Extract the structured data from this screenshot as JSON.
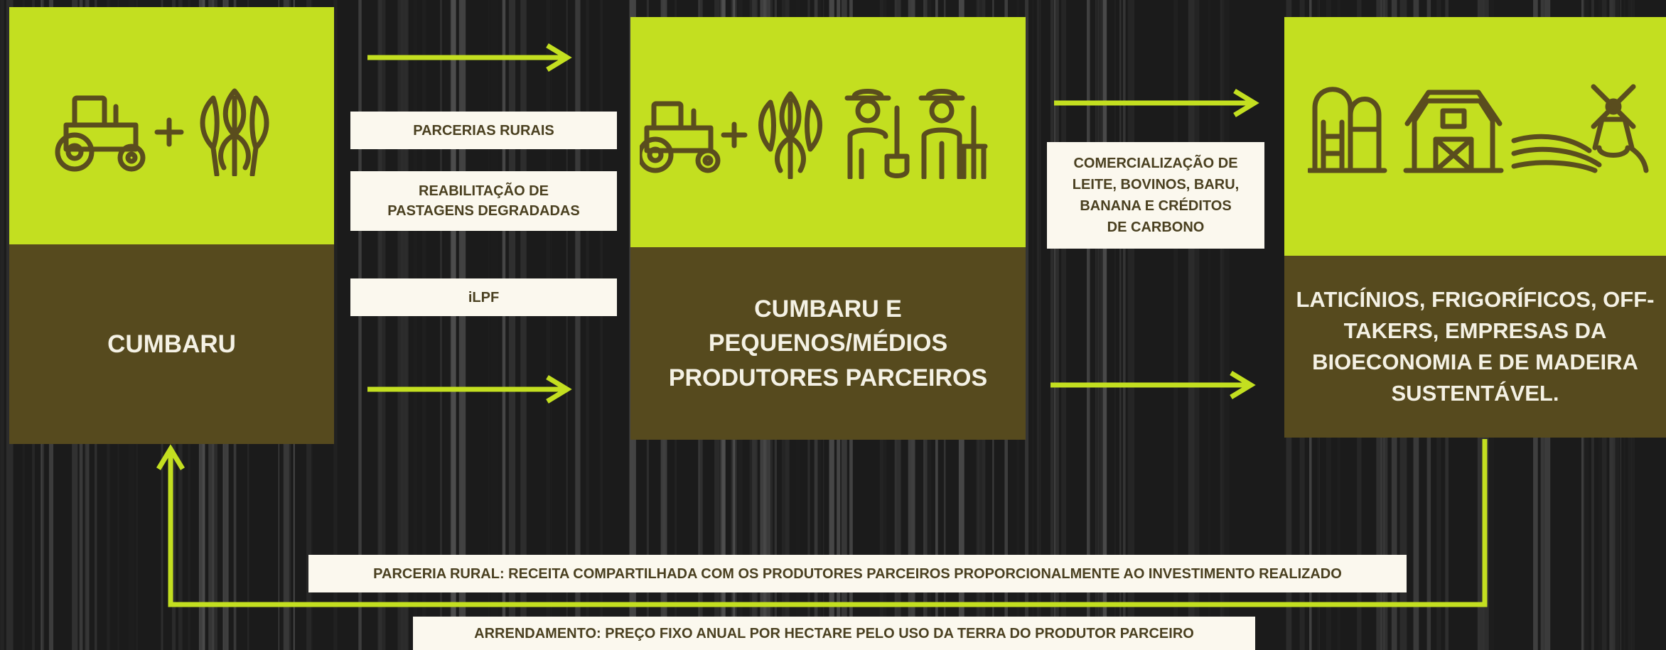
{
  "colors": {
    "accent": "#c3df20",
    "box_dark": "#564a1e",
    "icon": "#5a4d1e",
    "label_bg": "#fbf8ee",
    "label_text": "#4a4020",
    "box_text": "#f4f1e4"
  },
  "nodes": {
    "cumbaru": {
      "title": "CUMBARU",
      "icons": [
        "tractor-icon",
        "plus-icon",
        "wheat-icon"
      ]
    },
    "producers": {
      "title": "CUMBARU E\nPEQUENOS/MÉDIOS\nPRODUTORES PARCEIROS",
      "icons": [
        "tractor-icon",
        "plus-icon",
        "wheat-icon",
        "farmer-shovel-icon",
        "farmer-pitchfork-icon"
      ]
    },
    "buyers": {
      "title": "LATICÍNIOS, FRIGORÍFICOS, OFF-\nTAKERS, EMPRESAS DA\nBIOECONOMIA E DE MADEIRA\nSUSTENTÁVEL.",
      "icons": [
        "silo-icon",
        "barn-icon",
        "windmill-field-icon"
      ]
    }
  },
  "edge_labels": {
    "parcerias": "PARCERIAS RURAIS",
    "reabilitacao": "REABILITAÇÃO DE\nPASTAGENS DEGRADADAS",
    "ilpf": "iLPF",
    "comercializacao": "COMERCIALIZAÇÃO DE\nLEITE, BOVINOS, BARU,\nBANANA E CRÉDITOS\nDE CARBONO",
    "parceria_rural": "PARCERIA RURAL: RECEITA COMPARTILHADA COM OS PRODUTORES PARCEIROS PROPORCIONALMENTE AO INVESTIMENTO REALIZADO",
    "arrendamento": "ARRENDAMENTO: PREÇO FIXO ANUAL POR HECTARE PELO USO DA TERRA DO PRODUTOR PARCEIRO"
  }
}
